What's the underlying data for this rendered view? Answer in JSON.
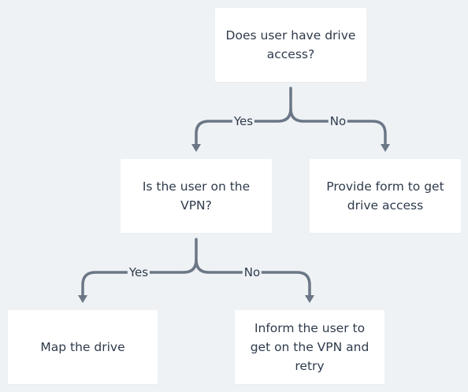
{
  "nodes": {
    "q_drive_access": "Does user have drive access?",
    "q_on_vpn": "Is the user on the VPN?",
    "provide_form": "Provide form to get drive access",
    "map_drive": "Map the drive",
    "inform_vpn": "Inform the user to get on the VPN and retry"
  },
  "edges": {
    "access_yes": "Yes",
    "access_no": "No",
    "vpn_yes": "Yes",
    "vpn_no": "No"
  },
  "colors": {
    "background": "#eff2f5",
    "node_fill": "#ffffff",
    "connector": "#6b7786",
    "text": "#2f3b4c"
  }
}
